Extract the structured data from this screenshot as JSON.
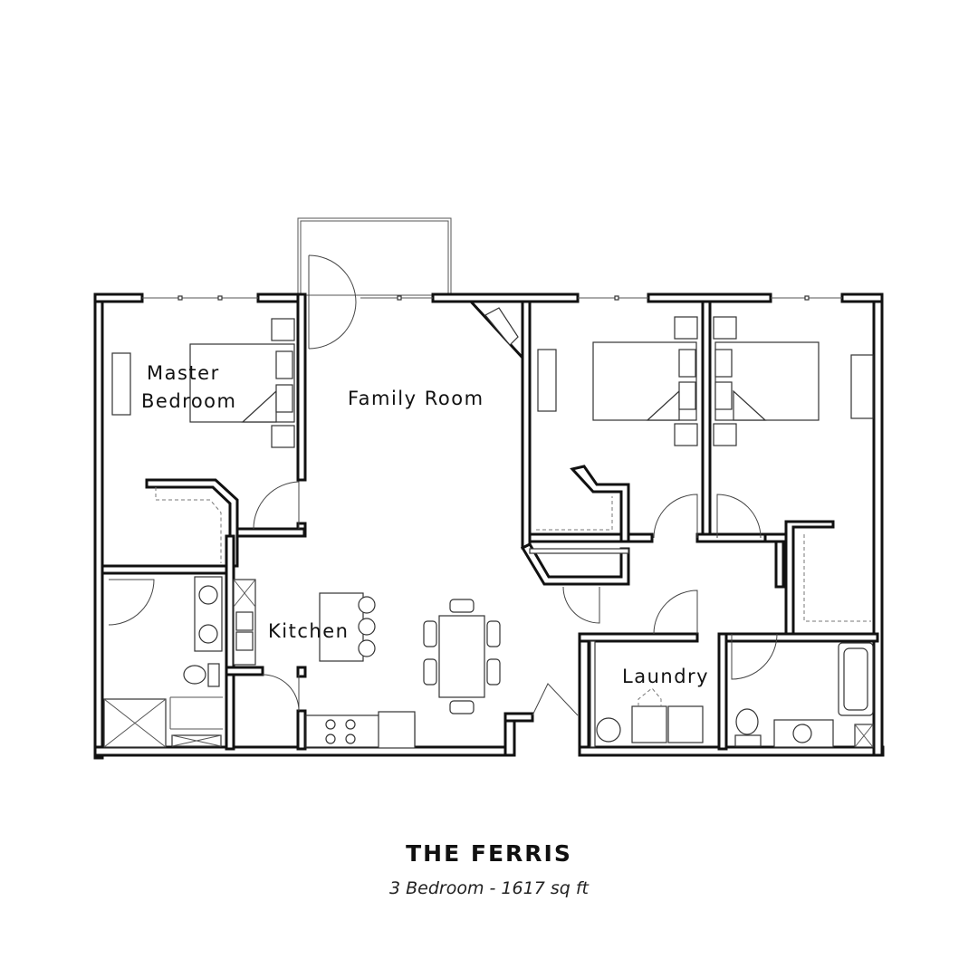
{
  "plan": {
    "name": "THE FERRIS",
    "subtitle": "3 Bedroom - 1617 sq ft"
  },
  "rooms": {
    "master_line1": "Master",
    "master_line2": "Bedroom",
    "family": "Family Room",
    "kitchen": "Kitchen",
    "laundry": "Laundry"
  },
  "colors": {
    "line": "#111111",
    "background": "#ffffff"
  }
}
